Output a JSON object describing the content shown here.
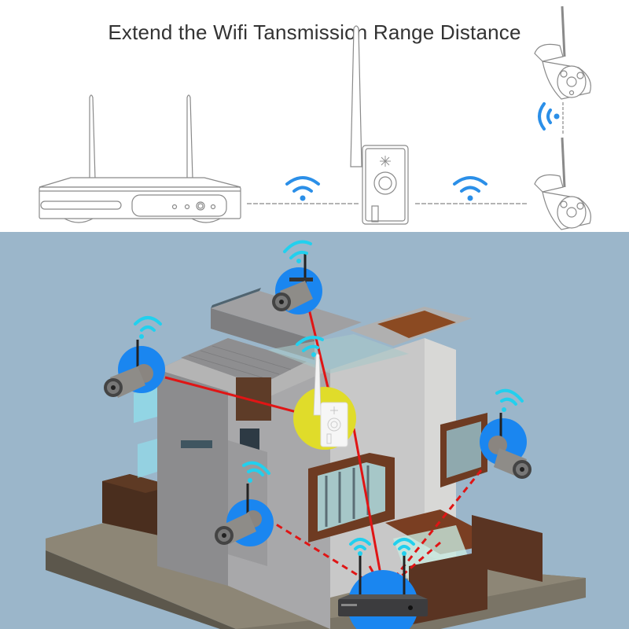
{
  "header": {
    "title": "Extend the Wifi Tansmission Range Distance"
  },
  "top_diagram": {
    "devices": [
      {
        "name": "nvr",
        "label": "NVR recorder with two antennas"
      },
      {
        "name": "repeater",
        "label": "WiFi repeater with one antenna"
      },
      {
        "name": "camera-top",
        "label": "Bullet camera"
      },
      {
        "name": "camera-bottom",
        "label": "Bullet camera"
      }
    ],
    "links": [
      {
        "from": "nvr",
        "to": "repeater",
        "style": "dashed",
        "icon": "wifi-icon"
      },
      {
        "from": "repeater",
        "to": "camera-bottom",
        "style": "dashed",
        "icon": "wifi-icon"
      },
      {
        "from": "camera-bottom",
        "to": "camera-top",
        "style": "dashed",
        "icon": "wifi-icon"
      }
    ]
  },
  "scene": {
    "cameras": [
      {
        "name": "camera-roof"
      },
      {
        "name": "camera-left"
      },
      {
        "name": "camera-right"
      },
      {
        "name": "camera-lower-left"
      }
    ],
    "repeater": {
      "name": "repeater-center"
    },
    "nvr": {
      "name": "nvr-ground"
    }
  },
  "colors": {
    "wifi_blue": "#2b8fe8",
    "wifi_cyan": "#22d0ee",
    "sky": "#9bb6ca",
    "camera_halo": "#1a86f0",
    "repeater_halo": "#e0dc2a",
    "link_red": "#e01515",
    "title_text": "#333333"
  }
}
